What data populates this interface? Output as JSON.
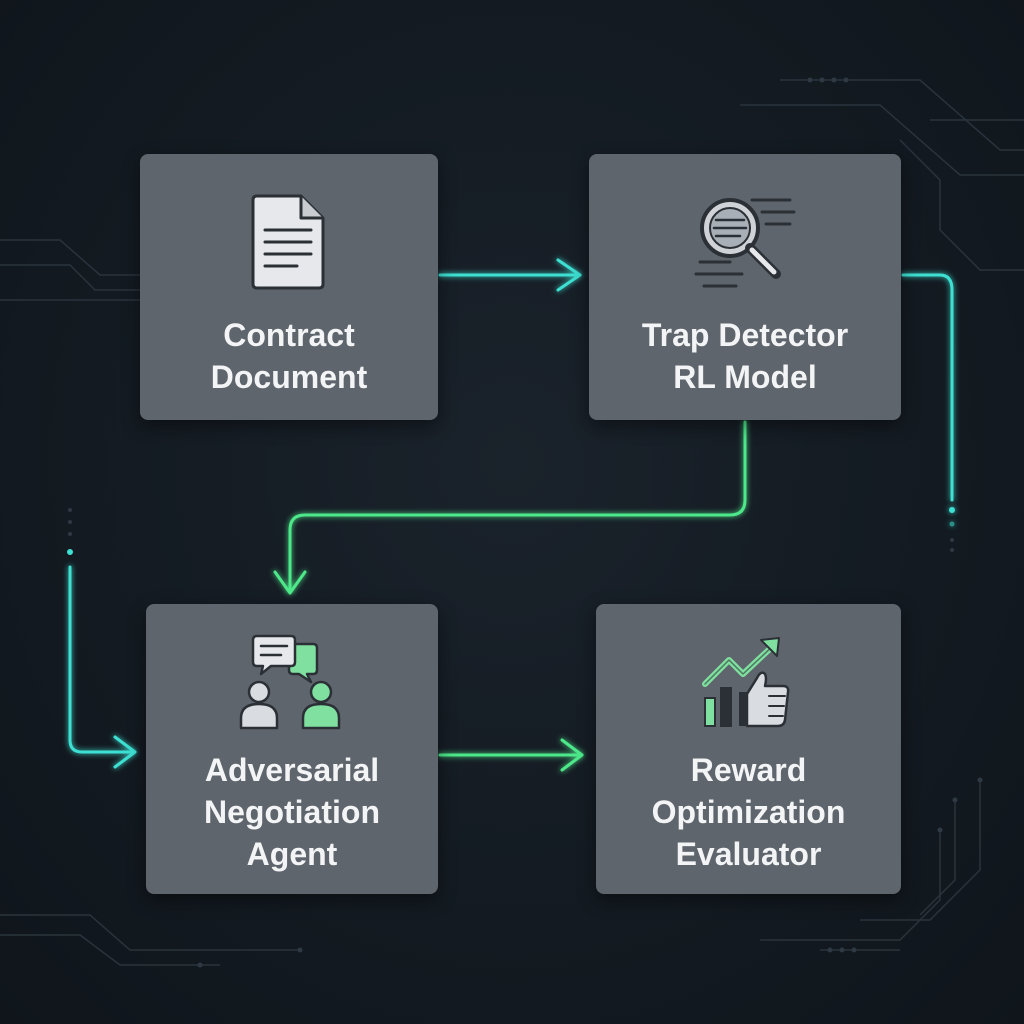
{
  "colors": {
    "background": "#131a21",
    "node_fill": "#5f656c",
    "text": "#f3f4f5",
    "cyan_arrow": "#3de0d2",
    "green_arrow": "#4ee88a",
    "icon_green": "#7fe0a0"
  },
  "nodes": {
    "contract": {
      "icon": "document-icon",
      "lines": [
        "Contract",
        "Document"
      ]
    },
    "trap": {
      "icon": "magnifier-icon",
      "lines": [
        "Trap Detector",
        "RL Model"
      ]
    },
    "adversarial": {
      "icon": "negotiation-icon",
      "lines": [
        "Adversarial",
        "Negotiation",
        "Agent"
      ]
    },
    "reward": {
      "icon": "growth-thumbs-up-icon",
      "lines": [
        "Reward",
        "Optimization",
        "Evaluator"
      ]
    }
  }
}
